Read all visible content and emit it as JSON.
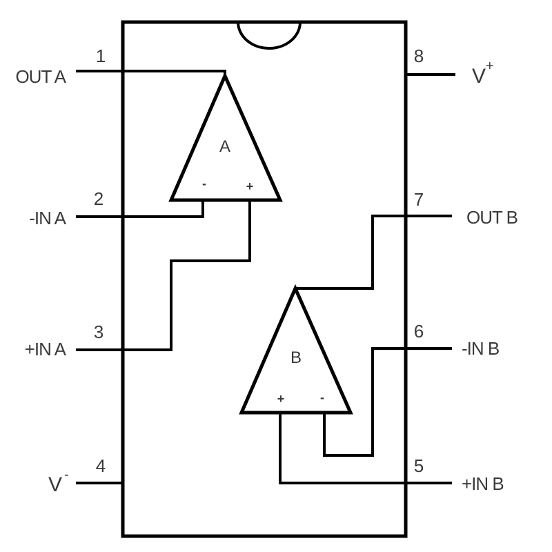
{
  "pins": {
    "p1": {
      "number": "1",
      "label": "OUT A"
    },
    "p2": {
      "number": "2",
      "label": "-IN A"
    },
    "p3": {
      "number": "3",
      "label": "+IN A"
    },
    "p4": {
      "number": "4",
      "label": "V",
      "superscript": "-"
    },
    "p5": {
      "number": "5",
      "label": "+IN B"
    },
    "p6": {
      "number": "6",
      "label": "-IN B"
    },
    "p7": {
      "number": "7",
      "label": "OUT B"
    },
    "p8": {
      "number": "8",
      "label": "V",
      "superscript": "+"
    }
  },
  "amplifiers": {
    "a": {
      "name": "A",
      "inverting": "-",
      "noninverting": "+"
    },
    "b": {
      "name": "B",
      "inverting": "-",
      "noninverting": "+"
    }
  },
  "colors": {
    "line": "#000000",
    "text": "#3a3a3a",
    "background": "#ffffff"
  }
}
